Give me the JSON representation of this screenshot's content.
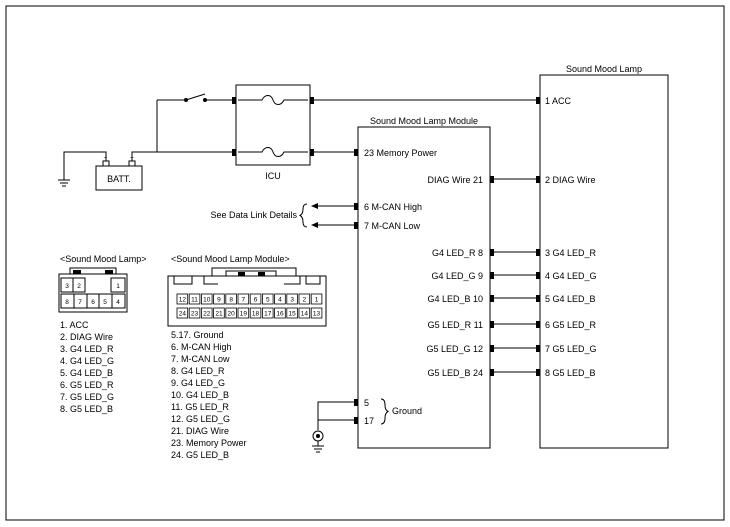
{
  "battery": {
    "label": "BATT."
  },
  "icu": {
    "label": "ICU"
  },
  "lamp": {
    "title": "Sound Mood Lamp",
    "pins": [
      "1 ACC",
      "2 DIAG Wire",
      "3 G4 LED_R",
      "4 G4 LED_G",
      "5 G4 LED_B",
      "6 G5 LED_R",
      "7 G5 LED_G",
      "8 G5 LED_B"
    ]
  },
  "module": {
    "title": "Sound Mood Lamp Module",
    "left_pins": [
      "23 Memory Power",
      "6 M-CAN High",
      "7 M-CAN Low"
    ],
    "right_pins": [
      "DIAG Wire 21",
      "G4 LED_R 8",
      "G4 LED_G 9",
      "G4 LED_B 10",
      "G5 LED_R 11",
      "G5 LED_G 12",
      "G5 LED_B 24"
    ],
    "ground_pins": [
      "5",
      "17"
    ]
  },
  "data_link_label": "See Data Link Details",
  "ground_label": "Ground",
  "connectors": {
    "lamp": {
      "title": "<Sound Mood Lamp>",
      "row1": [
        "3",
        "2",
        "",
        "1"
      ],
      "row2": [
        "8",
        "7",
        "6",
        "5",
        "4"
      ],
      "legend": [
        "1. ACC",
        "2. DIAG Wire",
        "3. G4 LED_R",
        "4. G4 LED_G",
        "5. G4 LED_B",
        "6. G5 LED_R",
        "7. G5 LED_G",
        "8. G5 LED_B"
      ]
    },
    "module": {
      "title": "<Sound Mood Lamp Module>",
      "row1": [
        "12",
        "11",
        "10",
        "9",
        "8",
        "7",
        "6",
        "5",
        "4",
        "3",
        "2",
        "1"
      ],
      "row2": [
        "24",
        "23",
        "22",
        "21",
        "20",
        "19",
        "18",
        "17",
        "16",
        "15",
        "14",
        "13"
      ],
      "legend": [
        "5.17. Ground",
        "6. M-CAN High",
        "7. M-CAN Low",
        "8. G4 LED_R",
        "9. G4 LED_G",
        "10. G4 LED_B",
        "11. G5 LED_R",
        "12. G5 LED_G",
        "21. DIAG Wire",
        "23. Memory Power",
        "24. G5 LED_B"
      ]
    }
  },
  "colors": {
    "line": "#000000",
    "background": "#ffffff"
  }
}
